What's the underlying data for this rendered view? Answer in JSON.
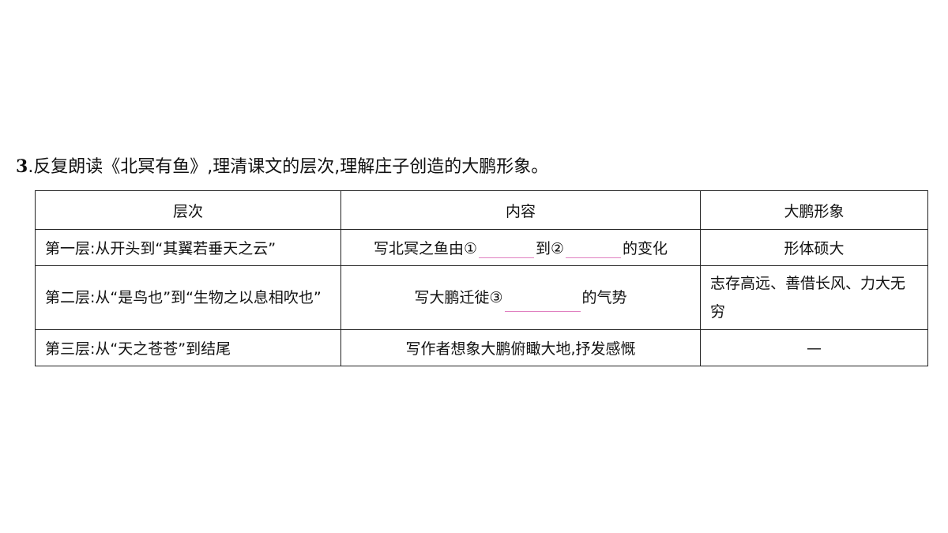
{
  "question": {
    "number": "3",
    "text": ".反复朗读《北冥有鱼》,理清课文的层次,理解庄子创造的大鹏形象。"
  },
  "table": {
    "headers": [
      "层次",
      "内容",
      "大鹏形象"
    ],
    "rows": [
      {
        "level": "第一层:从开头到“其翼若垂天之云”",
        "content_parts": [
          "写北冥之鱼由①",
          "到②",
          "的变化"
        ],
        "image": "形体硕大"
      },
      {
        "level": "第二层:从“是鸟也”到“生物之以息相吹也”",
        "content_parts": [
          "写大鹏迁徙③",
          "的气势"
        ],
        "image": "志存高远、善借长风、力大无穷"
      },
      {
        "level": "第三层:从“天之苍苍”到结尾",
        "content": "写作者想象大鹏俯瞰大地,抒发感慨",
        "image": "—"
      }
    ]
  },
  "colors": {
    "blank_underline": "#e080c0",
    "border": "#222222"
  }
}
